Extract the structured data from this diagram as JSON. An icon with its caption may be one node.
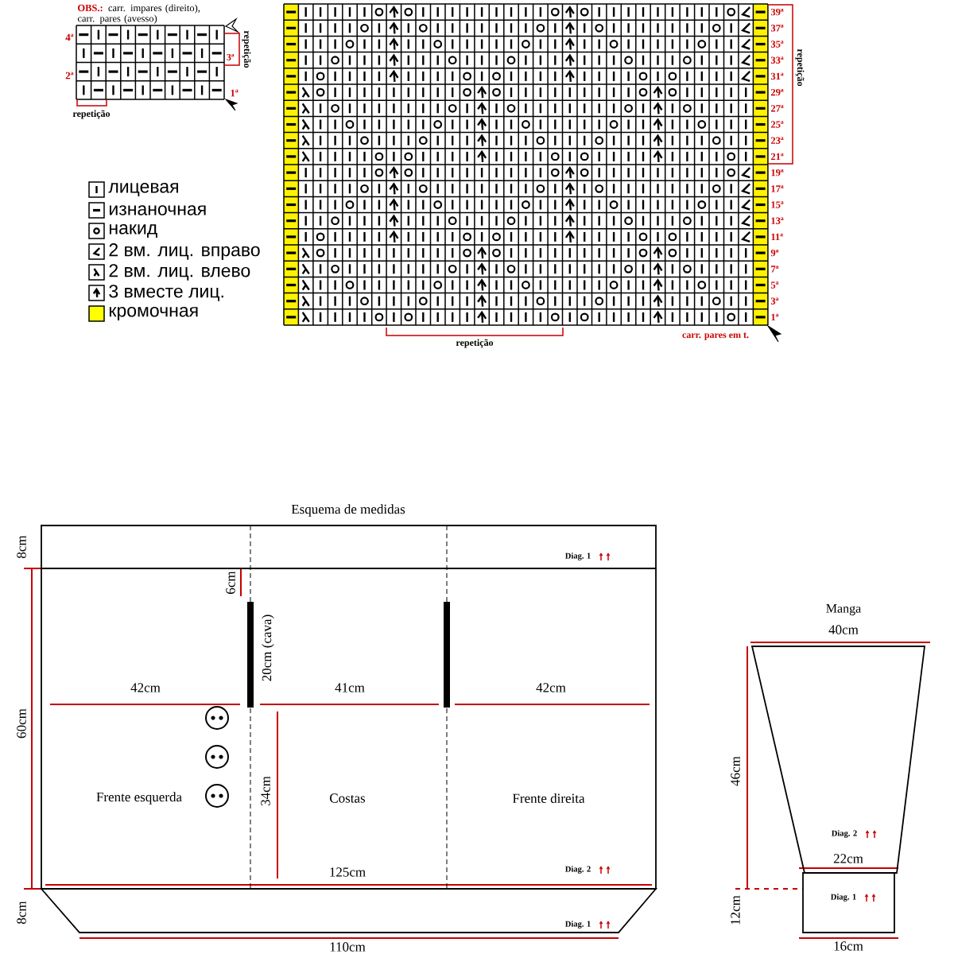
{
  "diagram": {
    "title": "Esquema de medidas",
    "nodes": [
      {
        "text": [
          "Diag. 1"
        ]
      },
      {
        "text": [
          "Frente esquerda"
        ]
      },
      {
        "text": [
          "Costas"
        ]
      },
      {
        "text": [
          "Frente direita",
          "Diag. 2"
        ]
      },
      {
        "text": [
          "Diag. 1"
        ]
      },
      {
        "text": [
          "Diag. 2"
        ]
      },
      {
        "text": [
          "Diag. 1"
        ]
      }
    ],
    "labels": [
      "OBS.:",
      "carr. impares (direito), carr. pares (avesso)",
      "4ª",
      "3ª",
      "2ª",
      "1ª",
      "repetição",
      "repetição",
      "39ª",
      "37ª",
      "35ª",
      "33ª",
      "31ª",
      "29ª",
      "27ª",
      "25ª",
      "23ª",
      "21ª",
      "19ª",
      "17ª",
      "15ª",
      "13ª",
      "11ª",
      "9ª",
      "7ª",
      "5ª",
      "3ª",
      "1ª",
      "repetição",
      "repetição",
      "carr. pares em t.",
      "8cm",
      "60cm",
      "8cm",
      "6cm",
      "20cm (cava)",
      "42cm",
      "41cm",
      "42cm",
      "34cm",
      "125cm",
      "110cm",
      "Manga",
      "40cm",
      "46cm",
      "22cm",
      "12cm",
      "16cm"
    ],
    "legend": [
      {
        "text": "лицевая"
      },
      {
        "text": "изнаночная"
      },
      {
        "text": "накид"
      },
      {
        "text": "2 вм. лиц. вправо"
      },
      {
        "text": "2 вм. лиц. влево"
      },
      {
        "text": "3 вместе лиц."
      },
      {
        "text": "кромочная",
        "color": "#ffff00"
      }
    ]
  }
}
